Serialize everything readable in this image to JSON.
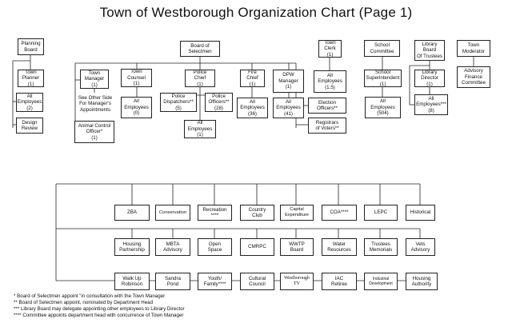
{
  "title": "Town of Westborough Organization Chart (Page 1)",
  "boxes": {
    "planning_board": "Planning\nBoard",
    "town_planner": "Town\nPlanner\n(1)",
    "planning_all_employees": "All\nEmployees\n(2)",
    "design_review": "Design\nReview",
    "board_of_selectmen": "Board of\nSelectmen",
    "town_manager": "Town\nManager\n(1)",
    "see_other_side": "See Other Side\nFor Manager's\nAppointments",
    "animal_control": "Animal Control\nOfficer*\n(1)",
    "town_counsel": "Town\nCounsel\n(1)",
    "counsel_all_employees": "All\nEmployees\n(0)",
    "police_chief": "Police\nChief\n(1)",
    "police_dispatchers": "Police\nDispatchers**\n(5)",
    "police_officers": "Police\nOfficers**\n(28)",
    "police_all_employees": "All\nEmployees\n(1)",
    "fire_chief": "Fire\nChief\n(1)",
    "fire_all_employees": "All\nEmployees\n(36)",
    "dpw_manager": "DPW\nManager\n(1)",
    "dpw_all_employees": "All\nEmployees\n(41)",
    "town_clerk": "Town\nClerk\n(1)",
    "clerk_all_employees": "All\nEmployees\n(1.5)",
    "election_officers": "Election\nOfficers**",
    "registrars": "Registrars\nof Voters**",
    "school_committee": "School\nCommittee",
    "school_superintendent": "School\nSuperintendent\n(1)",
    "school_all_employees": "All\nEmployees\n(504)",
    "library_board": "Library\nBoard\nOf Trustees",
    "library_director": "Library\nDirector\n(1)",
    "library_all_employees": "All\nEmployees***\n(8)",
    "town_moderator": "Town\nModerator",
    "advisory_finance": "Advisory\nFinance\nCommittee",
    "zba": "ZBA",
    "conservation": "Conservation",
    "recreation": "Recreation\n****",
    "country_club": "Country\nClub",
    "capital_expenditure": "Capital\nExpenditure",
    "coa": "COA****",
    "lepc": "LEPC",
    "historical": "Historical",
    "housing_partnership": "Housing\nPartnership",
    "mbta_advisory": "MBTA\nAdvisory",
    "open_space": "Open\nSpace",
    "cmrpc": "CMRPC",
    "wwtp_board": "WWTP\nBoard",
    "water_resources": "Water\nResources",
    "trustees_memorials": "Trustees\nMemorials",
    "vets_advisory": "Vets\nAdvisory",
    "walk_up_robinson": "Walk Up\nRobinson",
    "sandra_pond": "Sandra\nPond",
    "youth_family": "Youth/\nFamily****",
    "cultural_council": "Cultural\nCouncil",
    "westborough_tv": "Westborough\nTV",
    "iac_retiree": "IAC\nRetiree",
    "industrial_development": "Industrial\nDevelopment",
    "housing_authority": "Housing\nAuthority"
  },
  "notes": [
    "* Board of Selectmen appoint \"in consultation with the Town Manager",
    "** Board of Selectmen appoint, nominated by Department Head",
    "*** Library Board may delegate appointing other employees to Library Director",
    "**** Committee appoints department head with concurrence of Town Manager"
  ]
}
